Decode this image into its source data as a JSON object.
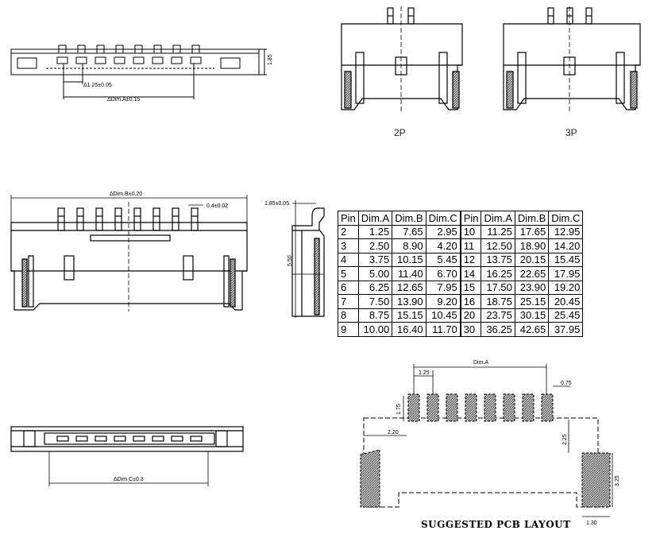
{
  "drawing": {
    "top_view": {
      "pitch": "Δ1.25±0.05",
      "dim_a": "ΔDim.A±0.15",
      "height": "1.85"
    },
    "front_view": {
      "dim_b": "ΔDim.B±0.20",
      "pin_width": "0.4±0.02"
    },
    "side_view": {
      "top": "1.85±0.05",
      "height": "5.50"
    },
    "bottom_view": {
      "dim_c": "ΔDim.C±0.3"
    },
    "variants": {
      "two_pin": "2P",
      "three_pin": "3P"
    },
    "pcb": {
      "dim_a": "Dim.A",
      "pitch": "1.25",
      "pad_width": "0.75",
      "pad_length": "1.75",
      "offset": "2.20",
      "spacing": "2.25",
      "tab_height": "3.25",
      "tab_width": "1.30",
      "title": "SUGGESTED PCB LAYOUT"
    }
  },
  "table": {
    "headers": [
      "Pin",
      "Dim.A",
      "Dim.B",
      "Dim.C",
      "Pin",
      "Dim.A",
      "Dim.B",
      "Dim.C"
    ],
    "rows": [
      [
        "2",
        "1.25",
        "7.65",
        "2.95",
        "10",
        "11.25",
        "17.65",
        "12.95"
      ],
      [
        "3",
        "2.50",
        "8.90",
        "4.20",
        "11",
        "12.50",
        "18.90",
        "14.20"
      ],
      [
        "4",
        "3.75",
        "10.15",
        "5.45",
        "12",
        "13.75",
        "20.15",
        "15.45"
      ],
      [
        "5",
        "5.00",
        "11.40",
        "6.70",
        "14",
        "16.25",
        "22.65",
        "17.95"
      ],
      [
        "6",
        "6.25",
        "12.65",
        "7.95",
        "15",
        "17.50",
        "23.90",
        "19.20"
      ],
      [
        "7",
        "7.50",
        "13.90",
        "9.20",
        "16",
        "18.75",
        "25.15",
        "20.45"
      ],
      [
        "8",
        "8.75",
        "15.15",
        "10.45",
        "20",
        "23.75",
        "30.15",
        "25.45"
      ],
      [
        "9",
        "10.00",
        "16.40",
        "11.70",
        "30",
        "36.25",
        "42.65",
        "37.95"
      ]
    ]
  }
}
